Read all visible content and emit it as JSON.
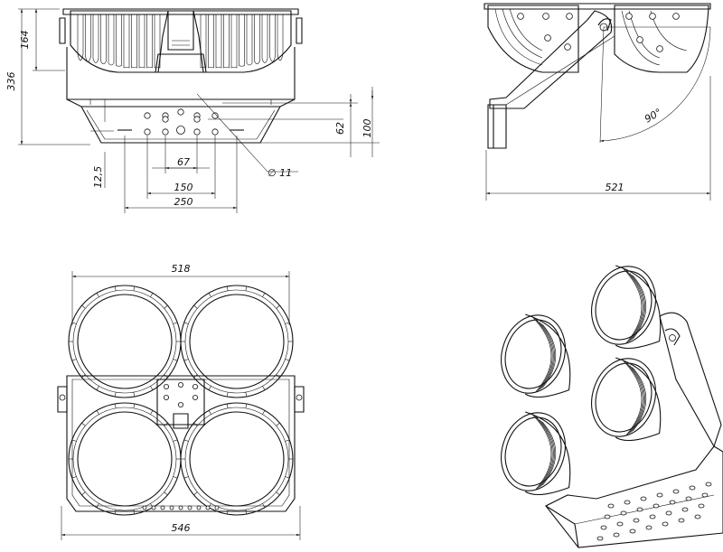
{
  "dimensions": {
    "front_height_total": "336",
    "front_height_upper": "164",
    "front_height_base": "100",
    "front_hole_row_height": "62",
    "front_hole_offset": "12,5",
    "hole_spacing_small": "67",
    "hole_spacing_mid": "150",
    "hole_spacing_wide": "250",
    "hole_diameter": "∅ 11",
    "side_depth": "521",
    "tilt_angle": "90°",
    "top_width_inner": "518",
    "top_width_outer": "546"
  }
}
